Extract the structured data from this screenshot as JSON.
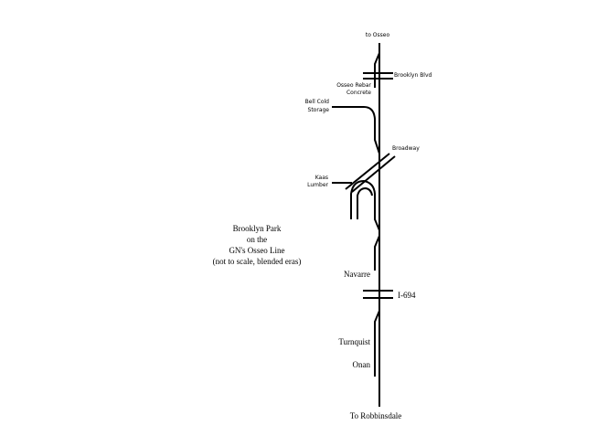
{
  "caption": {
    "lines": [
      "Brooklyn Park",
      "on the",
      "GN's Osseo Line",
      "(not to scale, blended eras)"
    ]
  },
  "labels": {
    "to_osseo": "to Osseo",
    "brooklyn_blvd": "Brooklyn Blvd",
    "osseo_rebar_line1": "Osseo Rebar",
    "osseo_rebar_line2": "Concrete",
    "bell_cold_line1": "Bell Cold",
    "bell_cold_line2": "Storage",
    "broadway": "Broadway",
    "kaas_line1": "Kaas",
    "kaas_line2": "Lumber",
    "navarre": "Navarre",
    "i694": "I-694",
    "turnquist": "Turnquist",
    "onan": "Onan",
    "to_robbinsdale": "To Robbinsdale"
  }
}
